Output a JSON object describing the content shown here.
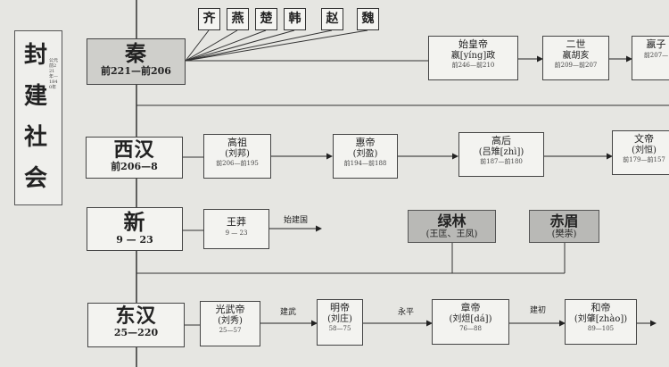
{
  "title": {
    "chars": [
      "封",
      "建",
      "社",
      "会"
    ],
    "note": "公元前221年—1840年"
  },
  "qin": {
    "name": "秦",
    "years": "前221—前206",
    "states": [
      "齐",
      "燕",
      "楚",
      "韩",
      "赵",
      "魏"
    ],
    "emperors": [
      {
        "name": "始皇帝",
        "personal": "嬴[yíng]政",
        "years": "前246—前210"
      },
      {
        "name": "二世",
        "personal": "嬴胡亥",
        "years": "前209—前207"
      },
      {
        "name": "嬴子",
        "personal": "",
        "years": "前207—"
      }
    ]
  },
  "western_han": {
    "name": "西汉",
    "years": "前206—8",
    "emperors": [
      {
        "name": "高祖",
        "personal": "(刘邦)",
        "years": "前206—前195"
      },
      {
        "name": "惠帝",
        "personal": "(刘盈)",
        "years": "前194—前188"
      },
      {
        "name": "高后",
        "personal": "(吕雉[zhì])",
        "years": "前187—前180"
      },
      {
        "name": "文帝",
        "personal": "(刘恒)",
        "years": "前179—前157"
      }
    ]
  },
  "xin": {
    "name": "新",
    "years": "9 — 23",
    "emperor": {
      "name": "王莽",
      "years": "9 — 23"
    },
    "era": "始建国",
    "rebels": [
      {
        "name": "绿林",
        "leader": "(王匡、王凤)"
      },
      {
        "name": "赤眉",
        "leader": "(樊崇)"
      }
    ]
  },
  "eastern_han": {
    "name": "东汉",
    "years": "25—220",
    "emperors": [
      {
        "name": "光武帝",
        "personal": "(刘秀)",
        "years": "25—57"
      },
      {
        "name": "明帝",
        "personal": "(刘庄)",
        "years": "58—75"
      },
      {
        "name": "章帝",
        "personal": "(刘炟[dá])",
        "years": "76—88"
      },
      {
        "name": "和帝",
        "personal": "(刘肇[zhào])",
        "years": "89—105"
      }
    ],
    "eras": [
      "建武",
      "永平",
      "建初"
    ]
  }
}
